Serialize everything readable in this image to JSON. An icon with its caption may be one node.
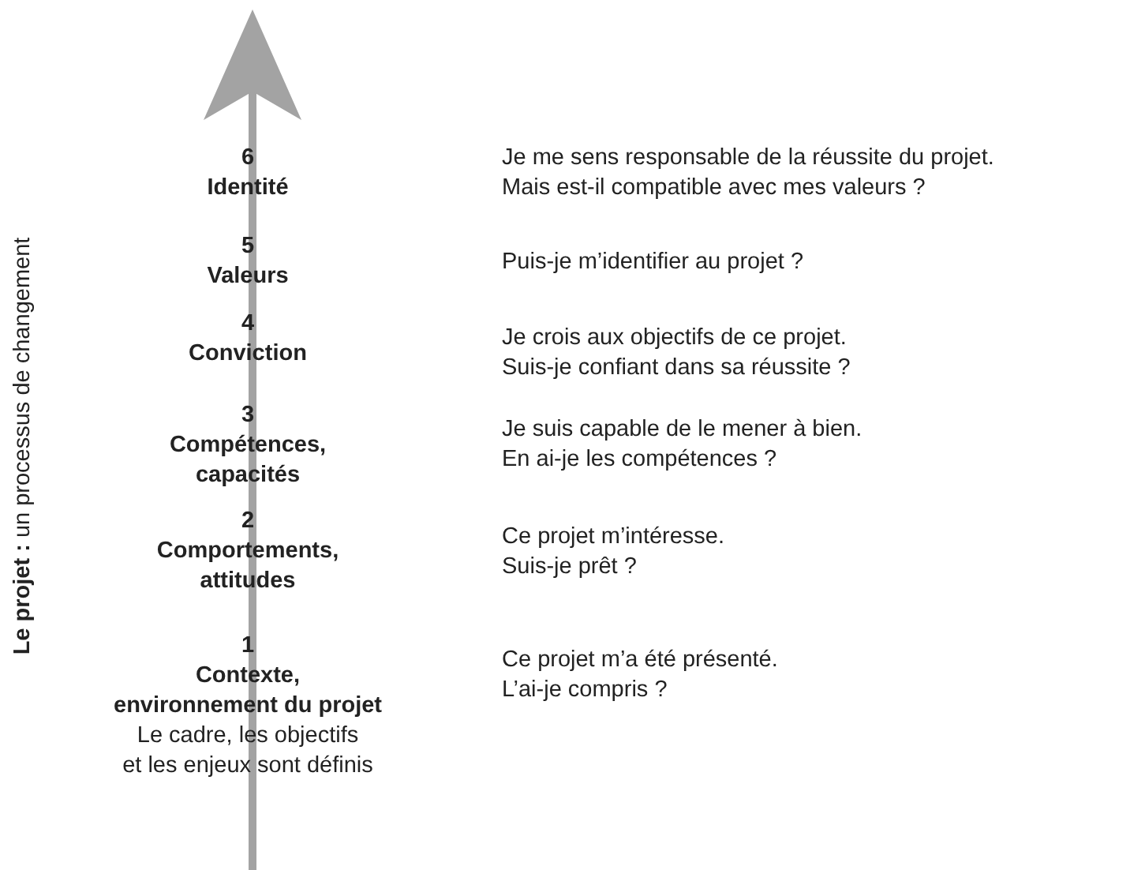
{
  "diagram": {
    "labels": [
      "**Le projet :** un processus de changement",
      "6",
      "Identité",
      "Je me sens responsable de la réussite du projet. Mais est-il compatible avec mes valeurs ?",
      "5",
      "Valeurs",
      "Puis-je m’identifier au projet ?",
      "4",
      "Conviction",
      "Je crois aux objectifs de ce projet. Suis-je confiant dans sa réussite ?",
      "3",
      "Compétences, capacités",
      "Je suis capable de le mener à bien. En ai-je les compétences ?",
      "2",
      "Comportements, attitudes",
      "Ce projet m’intéresse. Suis-je prêt ?",
      "1",
      "Contexte, environnement du projet",
      "Le cadre, les objectifs et les enjeux sont définis",
      "Ce projet m’a été présenté. L’ai-je compris ?"
    ]
  }
}
